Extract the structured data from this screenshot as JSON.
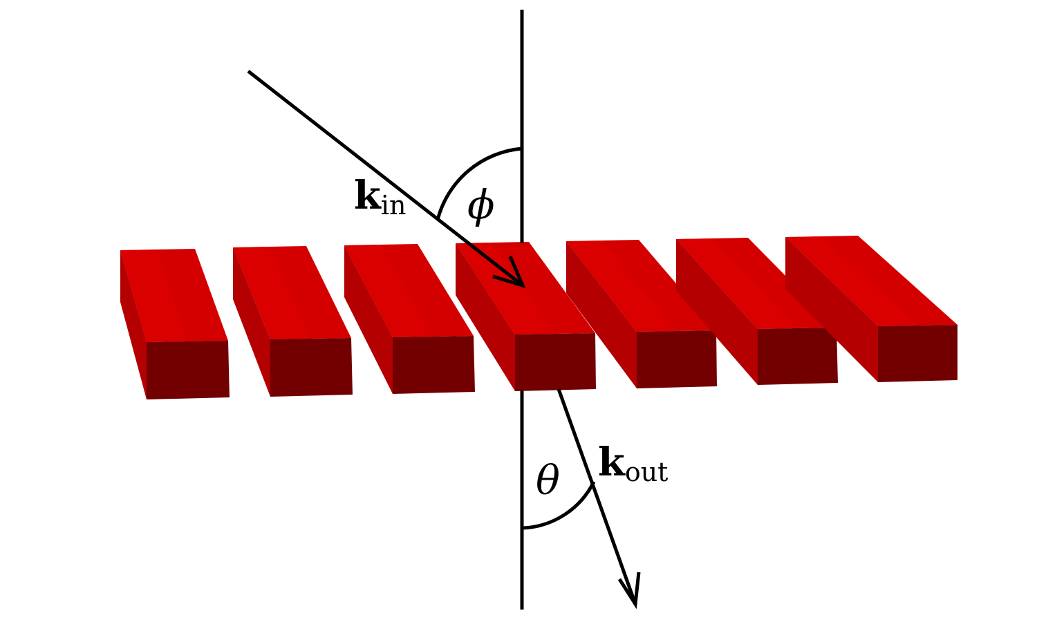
{
  "labels": {
    "k_in": {
      "main": "k",
      "sub": "in"
    },
    "k_out": {
      "main": "k",
      "sub": "out"
    },
    "phi": "ϕ",
    "theta": "θ"
  },
  "grating": {
    "bar_count": 7
  },
  "colors": {
    "bar_top": "#d40000",
    "bar_top_light": "#e00000",
    "bar_side": "#b40000",
    "bar_front": "#720000",
    "line": "#000000",
    "background": "#ffffff"
  }
}
